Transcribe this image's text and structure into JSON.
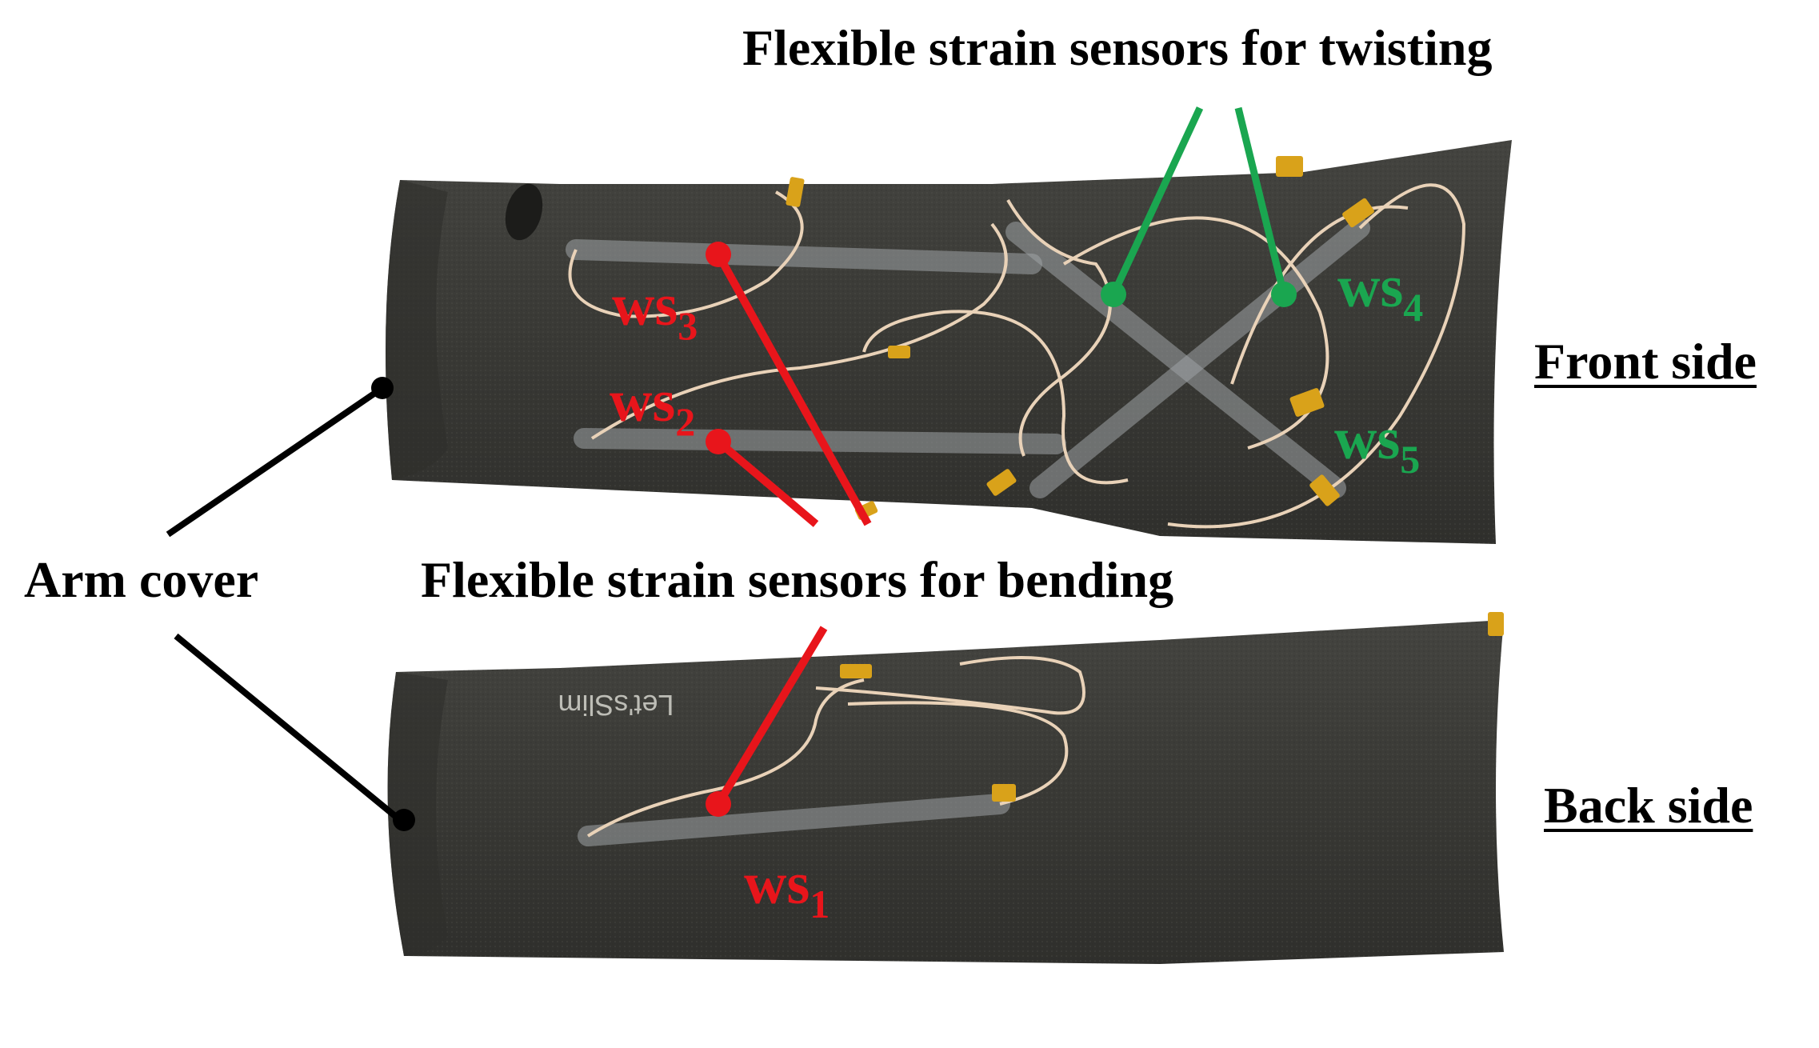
{
  "labels": {
    "twisting_title": "Flexible strain sensors for twisting",
    "bending_title": "Flexible strain sensors for bending",
    "arm_cover": "Arm cover",
    "front_side": "Front side",
    "back_side": "Back side",
    "sleeve_print": "Let'sSlim"
  },
  "sensors": {
    "ws1": {
      "base": "ws",
      "sub": "1"
    },
    "ws2": {
      "base": "ws",
      "sub": "2"
    },
    "ws3": {
      "base": "ws",
      "sub": "3"
    },
    "ws4": {
      "base": "ws",
      "sub": "4"
    },
    "ws5": {
      "base": "ws",
      "sub": "5"
    }
  },
  "colors": {
    "bending": "#e8151b",
    "twisting": "#1aa650",
    "fabric": "#3b3b37",
    "wire": "#e9d2b8",
    "tape": "#d9a21a"
  }
}
